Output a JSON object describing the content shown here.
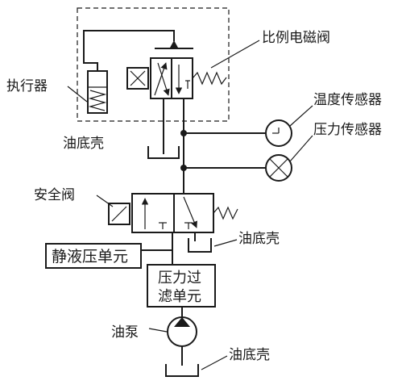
{
  "labels": {
    "proportional_valve": "比例电磁阀",
    "actuator": "执行器",
    "oil_pan_upper": "油底壳",
    "temperature_sensor": "温度传感器",
    "pressure_sensor": "压力传感器",
    "safety_valve": "安全阀",
    "oil_pan_middle": "油底壳",
    "static_pressure_unit": "静液压单元",
    "pressure_filter_line1": "压力过",
    "pressure_filter_line2": "滤单元",
    "oil_pump": "油泵",
    "oil_pan_lower": "油底壳"
  },
  "colors": {
    "ink": "#1a1a1a",
    "background": "#ffffff"
  },
  "icons": {
    "temperature_sensor": "gauge-icon",
    "pressure_sensor": "cross-circle-icon",
    "oil_pump": "pump-icon"
  }
}
